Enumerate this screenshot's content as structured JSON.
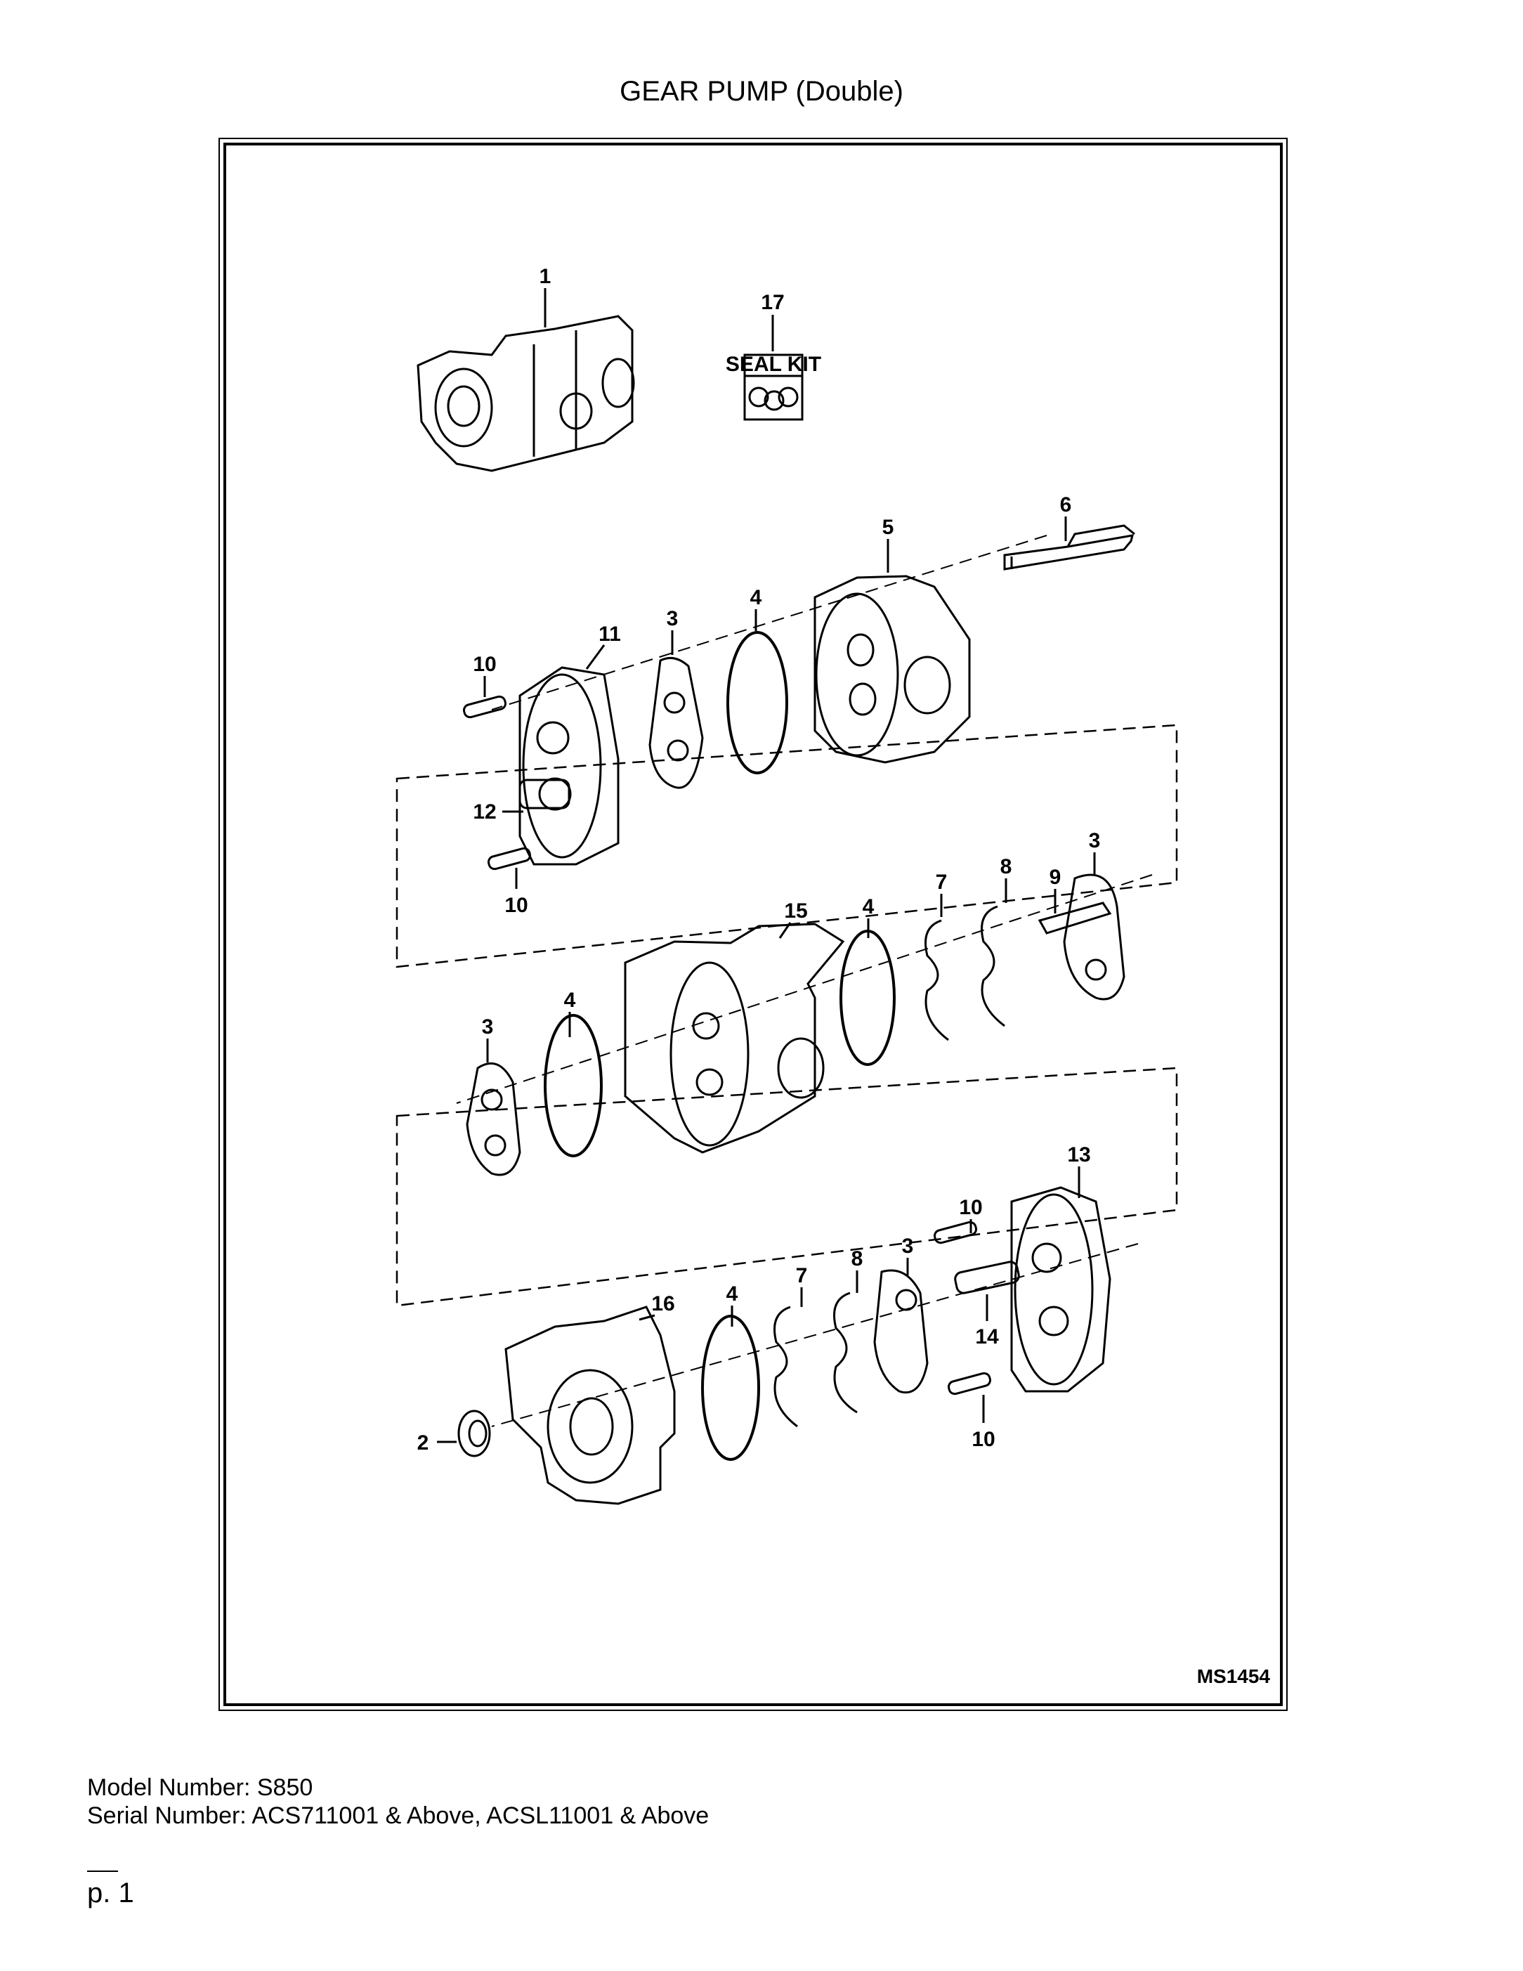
{
  "title": "GEAR PUMP (Double)",
  "figure_code": "MS1454",
  "seal_kit_text": "SEAL KIT",
  "callouts": {
    "c1": "1",
    "c17": "17",
    "c6": "6",
    "c5": "5",
    "c4a": "4",
    "c3a": "3",
    "c11": "11",
    "c10a": "10",
    "c12": "12",
    "c10b": "10",
    "c15": "15",
    "c4b": "4",
    "c7a": "7",
    "c8a": "8",
    "c9": "9",
    "c3b": "3",
    "c3c": "3",
    "c4c": "4",
    "c13": "13",
    "c10c": "10",
    "c16": "16",
    "c4d": "4",
    "c7b": "7",
    "c8b": "8",
    "c3d": "3",
    "c14": "14",
    "c2": "2",
    "c10d": "10"
  },
  "footer": {
    "model": "Model Number: S850",
    "serial": "Serial Number: ACS711001 & Above, ACSL11001 & Above",
    "page": "p. 1"
  }
}
